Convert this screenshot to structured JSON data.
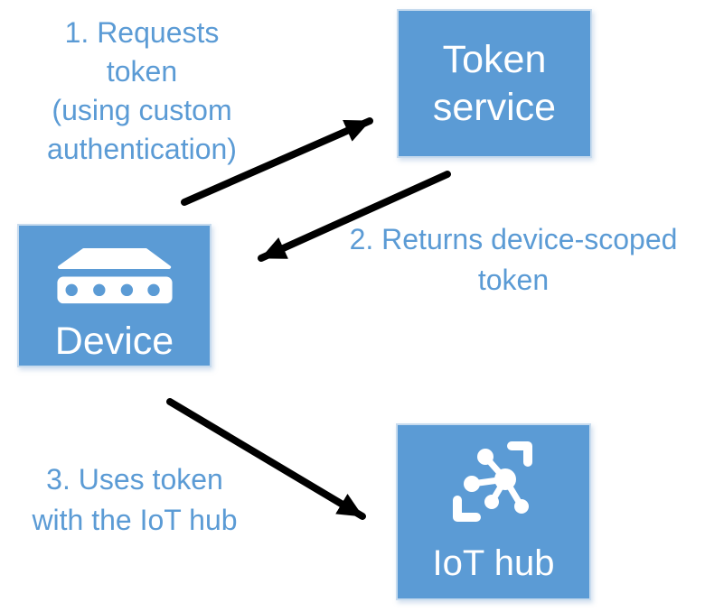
{
  "colors": {
    "background": "#ffffff",
    "box_fill": "#5b9bd5",
    "box_border": "#c7dbee",
    "box_text": "#ffffff",
    "annotation_text": "#5b9bd5",
    "arrow": "#000000"
  },
  "nodes": {
    "token_service": {
      "label_lines": [
        "Token",
        "service"
      ]
    },
    "device": {
      "label": "Device",
      "icon": "device-icon"
    },
    "iot_hub": {
      "label": "IoT hub",
      "icon": "iot-hub-icon"
    }
  },
  "annotations": {
    "step1": {
      "lines": [
        "1. Requests",
        "token",
        "(using custom",
        "authentication)"
      ]
    },
    "step2": {
      "lines": [
        "2. Returns device-scoped",
        "token"
      ]
    },
    "step3": {
      "lines": [
        "3. Uses token",
        "with the IoT hub"
      ]
    }
  },
  "arrows": [
    {
      "name": "arrow-request-token",
      "step": 1,
      "from": "device",
      "to": "token_service"
    },
    {
      "name": "arrow-return-token",
      "step": 2,
      "from": "token_service",
      "to": "device"
    },
    {
      "name": "arrow-use-token",
      "step": 3,
      "from": "device",
      "to": "iot_hub"
    }
  ]
}
